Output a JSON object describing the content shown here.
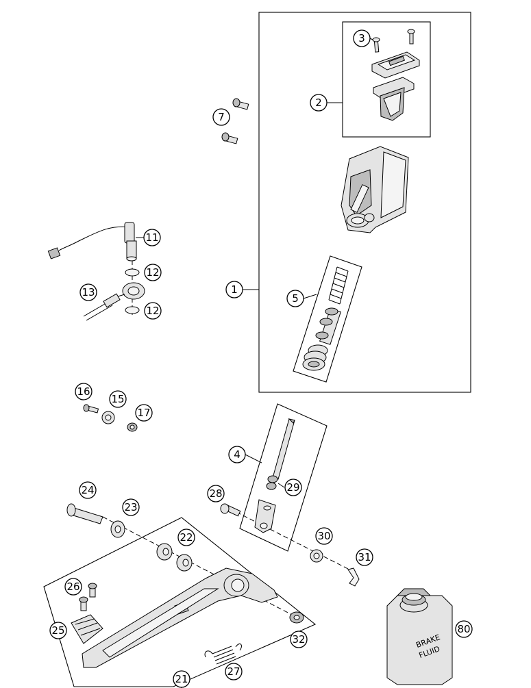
{
  "diagram": {
    "callouts": [
      {
        "id": "c1",
        "label": "1"
      },
      {
        "id": "c2",
        "label": "2"
      },
      {
        "id": "c3",
        "label": "3"
      },
      {
        "id": "c4",
        "label": "4"
      },
      {
        "id": "c5",
        "label": "5"
      },
      {
        "id": "c7",
        "label": "7"
      },
      {
        "id": "c11",
        "label": "11"
      },
      {
        "id": "c12a",
        "label": "12"
      },
      {
        "id": "c12b",
        "label": "12"
      },
      {
        "id": "c13",
        "label": "13"
      },
      {
        "id": "c15",
        "label": "15"
      },
      {
        "id": "c16",
        "label": "16"
      },
      {
        "id": "c17",
        "label": "17"
      },
      {
        "id": "c21",
        "label": "21"
      },
      {
        "id": "c22",
        "label": "22"
      },
      {
        "id": "c23",
        "label": "23"
      },
      {
        "id": "c24",
        "label": "24"
      },
      {
        "id": "c25",
        "label": "25"
      },
      {
        "id": "c26",
        "label": "26"
      },
      {
        "id": "c27",
        "label": "27"
      },
      {
        "id": "c28",
        "label": "28"
      },
      {
        "id": "c29",
        "label": "29"
      },
      {
        "id": "c30",
        "label": "30"
      },
      {
        "id": "c31",
        "label": "31"
      },
      {
        "id": "c32",
        "label": "32"
      },
      {
        "id": "c80",
        "label": "80"
      }
    ],
    "bottle_label_line1": "BRAKE",
    "bottle_label_line2": "FLUID"
  }
}
